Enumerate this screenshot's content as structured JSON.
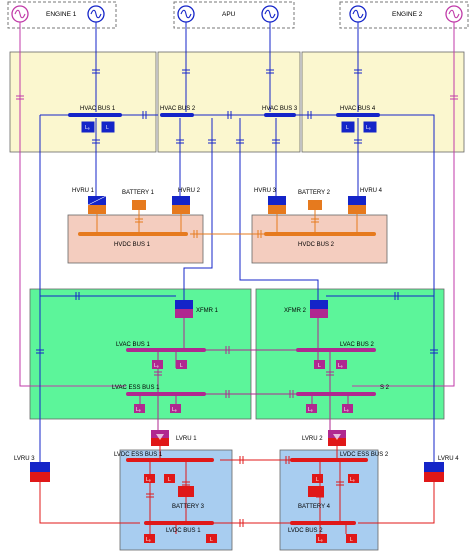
{
  "sources": {
    "engine1": "ENGINE 1",
    "apu": "APU",
    "engine2": "ENGINE 2"
  },
  "hvac": {
    "bus1": "HVAC BUS 1",
    "bus2": "HVAC BUS 2",
    "bus3": "HVAC BUS 3",
    "bus4": "HVAC BUS 4"
  },
  "hvru": {
    "r1": "HVRU 1",
    "r2": "HVRU 2",
    "r3": "HVRU 3",
    "r4": "HVRU 4"
  },
  "batteries": {
    "b1": "BATTERY 1",
    "b2": "BATTERY 2",
    "b3": "BATTERY 3",
    "b4": "BATTERY 4"
  },
  "hvdc": {
    "bus1": "HVDC BUS 1",
    "bus2": "HVDC BUS 2"
  },
  "xfmr": {
    "x1": "XFMR 1",
    "x2": "XFMR 2"
  },
  "lvac": {
    "bus1": "LVAC BUS 1",
    "bus2": "LVAC BUS 2",
    "ess1": "LVAC ESS BUS 1",
    "ess2": "S 2"
  },
  "lvru": {
    "r1": "LVRU 1",
    "r2": "LVRU 2",
    "r3": "LVRU 3",
    "r4": "LVRU 4"
  },
  "lvdc": {
    "ess1": "LVDC ESS BUS 1",
    "ess2": "LVDC ESS BUS 2",
    "bus1": "LVDC BUS 1",
    "bus2": "LVDC BUS 2"
  },
  "load": {
    "l": "L",
    "ls": "Lₑ"
  },
  "colors": {
    "hvac_zone": "#fbf7cf",
    "hvdc_zone": "#f4cdbf",
    "lv_zone": "#5cf59a",
    "lvdc_zone": "#a8cdf0",
    "hvac_bus": "#1424c8",
    "hvdc_bus": "#e67a1e",
    "lvac_bus": "#b02890",
    "lvdc_bus": "#e01818",
    "generator": "#1424c8",
    "gen_line_ac": "#d040b0"
  }
}
